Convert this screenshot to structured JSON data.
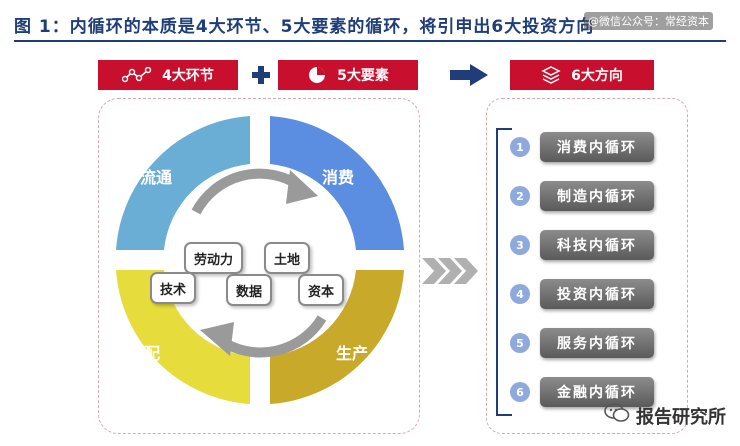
{
  "title": "图 1：内循环的本质是4大环节、5大要素的循环，将引申出6大投资方向",
  "watermark_top": "@微信公众号：常经资本",
  "header": {
    "bar1_label": "4大环节",
    "bar1_icon": "network-icon",
    "bar2_label": "5大要素",
    "bar2_icon": "pie-icon",
    "bar3_label": "6大方向",
    "bar3_icon": "layers-icon"
  },
  "cycle": {
    "segments": [
      {
        "label": "流通",
        "color": "#6aaed6"
      },
      {
        "label": "消费",
        "color": "#5b8de0"
      },
      {
        "label": "生产",
        "color": "#c9a92a"
      },
      {
        "label": "分配",
        "color": "#e6dd3c"
      }
    ],
    "factors": [
      "劳动力",
      "土地",
      "技术",
      "数据",
      "资本"
    ]
  },
  "directions": [
    {
      "num": "1",
      "label": "消费内循环"
    },
    {
      "num": "2",
      "label": "制造内循环"
    },
    {
      "num": "3",
      "label": "科技内循环"
    },
    {
      "num": "4",
      "label": "投资内循环"
    },
    {
      "num": "5",
      "label": "服务内循环"
    },
    {
      "num": "6",
      "label": "金融内循环"
    }
  ],
  "brand": {
    "label": "报告研究所",
    "icon": "wechat-icon"
  },
  "colors": {
    "accent_red": "#c8102e",
    "title_blue": "#1f3d78"
  }
}
